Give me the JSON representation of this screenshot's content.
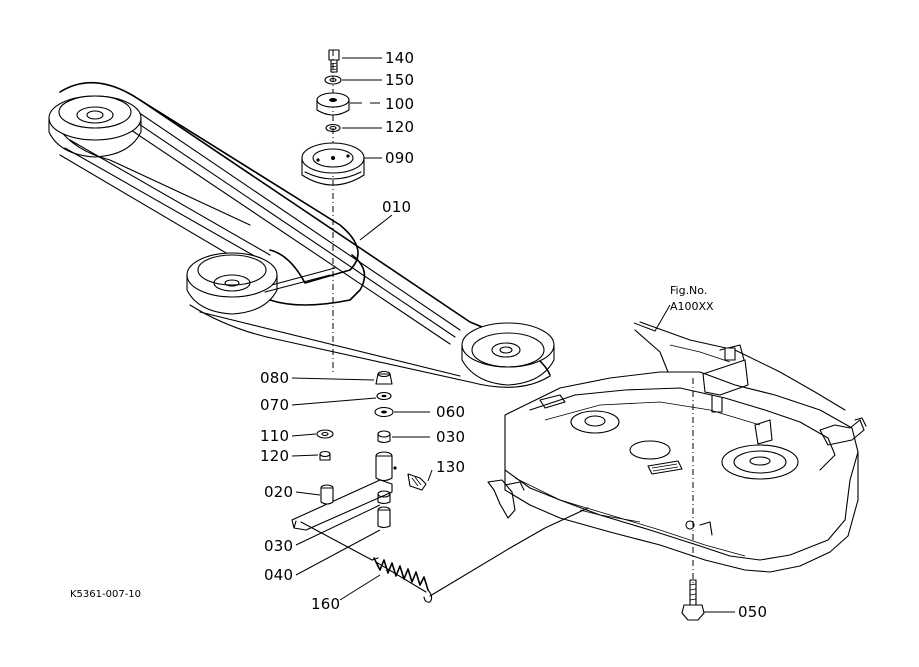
{
  "parts": [
    {
      "id": "p140",
      "label": "140"
    },
    {
      "id": "p150",
      "label": "150"
    },
    {
      "id": "p100",
      "label": "100"
    },
    {
      "id": "p120a",
      "label": "120"
    },
    {
      "id": "p090",
      "label": "090"
    },
    {
      "id": "p010",
      "label": "010"
    },
    {
      "id": "p080",
      "label": "080"
    },
    {
      "id": "p070",
      "label": "070"
    },
    {
      "id": "p060",
      "label": "060"
    },
    {
      "id": "p110",
      "label": "110"
    },
    {
      "id": "p030a",
      "label": "030"
    },
    {
      "id": "p120b",
      "label": "120"
    },
    {
      "id": "p130",
      "label": "130"
    },
    {
      "id": "p020",
      "label": "020"
    },
    {
      "id": "p030b",
      "label": "030"
    },
    {
      "id": "p040",
      "label": "040"
    },
    {
      "id": "p160",
      "label": "160"
    },
    {
      "id": "p050",
      "label": "050"
    }
  ],
  "figure_ref": {
    "line1": "Fig.No.",
    "line2": "A100XX"
  },
  "drawing_code": "K5361-007-10"
}
